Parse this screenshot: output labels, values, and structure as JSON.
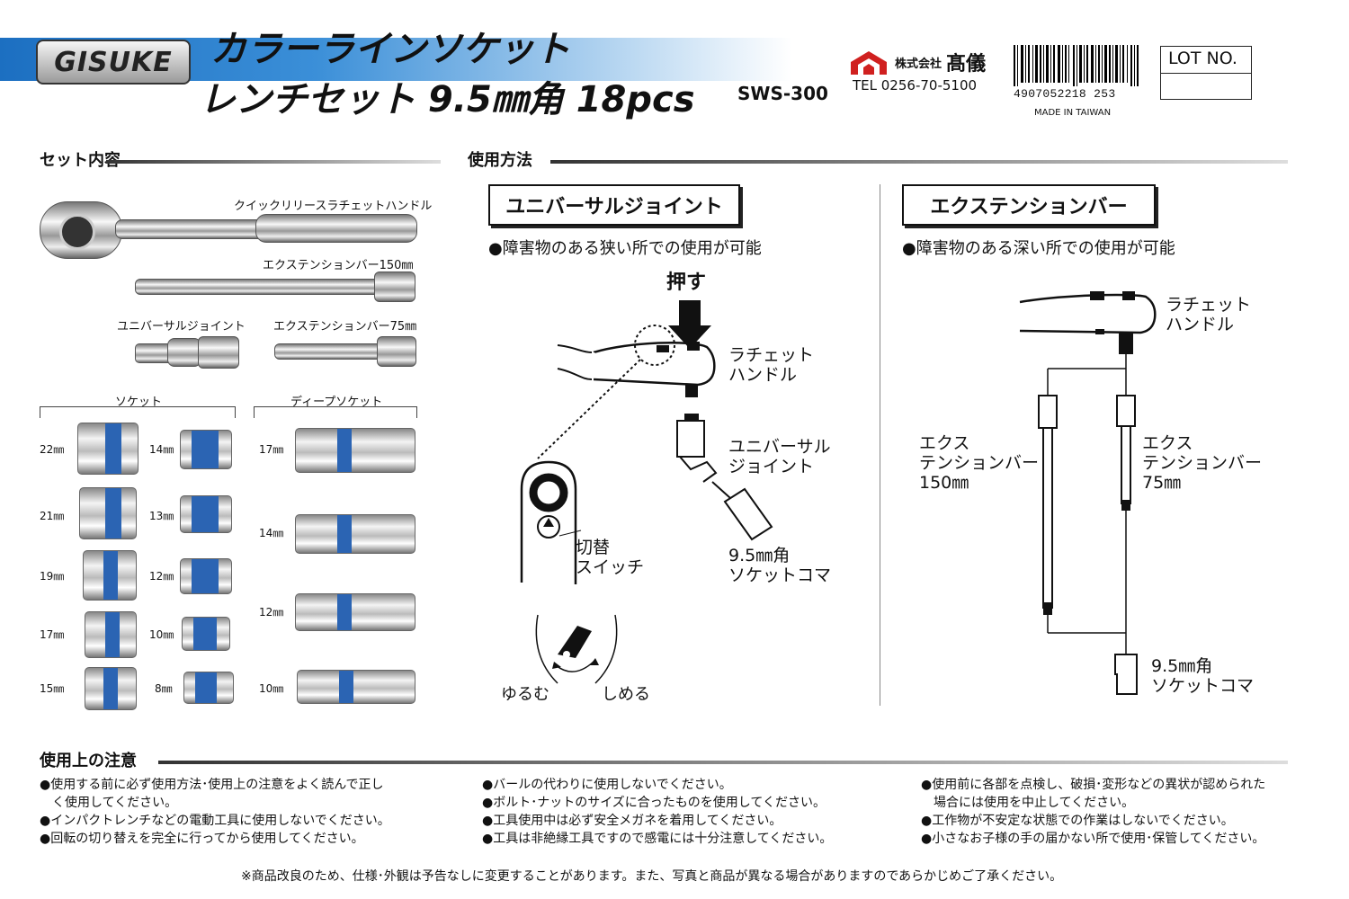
{
  "header": {
    "brand_logo": "GISUKE",
    "title_line1": "カラーラインソケット",
    "title_line2": "レンチセット 9.5㎜角 18pcs",
    "model": "SWS-300",
    "company_type": "株式会社",
    "company_name": "髙儀",
    "tel": "TEL 0256-70-5100",
    "barcode_number": "4907052218 253",
    "made_in": "MADE IN TAIWAN",
    "lot_label": "LOT NO."
  },
  "set_contents": {
    "heading": "セット内容",
    "items": {
      "ratchet": "クイックリリースラチェットハンドル",
      "ext150": "エクステンションバー150㎜",
      "ujoint": "ユニバーサルジョイント",
      "ext75": "エクステンションバー75㎜"
    },
    "socket_heading": "ソケット",
    "deep_heading": "ディープソケット",
    "sockets_left": [
      "22㎜",
      "21㎜",
      "19㎜",
      "17㎜",
      "15㎜"
    ],
    "sockets_right": [
      "14㎜",
      "13㎜",
      "12㎜",
      "10㎜",
      "8㎜"
    ],
    "deep_sockets": [
      "17㎜",
      "14㎜",
      "12㎜",
      "10㎜"
    ]
  },
  "usage": {
    "heading": "使用方法",
    "ujoint_box": "ユニバーサルジョイント",
    "ujoint_desc": "●障害物のある狭い所での使用が可能",
    "push": "押す",
    "ratchet_handle": "ラチェット\nハンドル",
    "ujoint_label": "ユニバーサル\nジョイント",
    "socket_label": "9.5㎜角\nソケットコマ",
    "switch_label": "切替\nスイッチ",
    "loosen": "ゆるむ",
    "tighten": "しめる",
    "ext_box": "エクステンションバー",
    "ext_desc": "●障害物のある深い所での使用が可能",
    "ext_ratchet": "ラチェット\nハンドル",
    "ext150_label": "エクス\nテンションバー\n150㎜",
    "ext75_label": "エクス\nテンションバー\n75㎜",
    "ext_socket": "9.5㎜角\nソケットコマ"
  },
  "cautions": {
    "heading": "使用上の注意",
    "col1": [
      "●使用する前に必ず使用方法･使用上の注意をよく読んで正し",
      "　く使用してください。",
      "●インパクトレンチなどの電動工具に使用しないでください。",
      "●回転の切り替えを完全に行ってから使用してください。"
    ],
    "col2": [
      "●バールの代わりに使用しないでください。",
      "●ボルト･ナットのサイズに合ったものを使用してください。",
      "●工具使用中は必ず安全メガネを着用してください。",
      "●工具は非絶縁工具ですので感電には十分注意してください。"
    ],
    "col3": [
      "●使用前に各部を点検し、破損･変形などの異状が認められた",
      "　場合には使用を中止してください。",
      "●工作物が不安定な状態での作業はしないでください。",
      "●小さなお子様の手の届かない所で使用･保管してください。"
    ],
    "footnote": "※商品改良のため、仕様･外観は予告なしに変更することがあります。また、写真と商品が異なる場合がありますのであらかじめご了承ください。"
  },
  "colors": {
    "accent_blue": "#2b64b3",
    "company_red": "#d0201f"
  }
}
